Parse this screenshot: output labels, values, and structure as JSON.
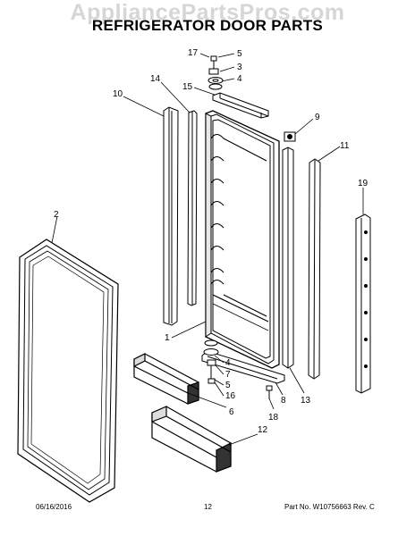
{
  "watermark": "AppliancePartsPros.com",
  "title": "REFRIGERATOR DOOR PARTS",
  "callouts": [
    {
      "id": "c17",
      "text": "17"
    },
    {
      "id": "c5a",
      "text": "5"
    },
    {
      "id": "c3",
      "text": "3"
    },
    {
      "id": "c4a",
      "text": "4"
    },
    {
      "id": "c15",
      "text": "15"
    },
    {
      "id": "c14",
      "text": "14"
    },
    {
      "id": "c10",
      "text": "10"
    },
    {
      "id": "c9",
      "text": "9"
    },
    {
      "id": "c11",
      "text": "11"
    },
    {
      "id": "c2",
      "text": "2"
    },
    {
      "id": "c19",
      "text": "19"
    },
    {
      "id": "c1",
      "text": "1"
    },
    {
      "id": "c4b",
      "text": "4"
    },
    {
      "id": "c7",
      "text": "7"
    },
    {
      "id": "c5b",
      "text": "5"
    },
    {
      "id": "c16",
      "text": "16"
    },
    {
      "id": "c8",
      "text": "8"
    },
    {
      "id": "c13",
      "text": "13"
    },
    {
      "id": "c6",
      "text": "6"
    },
    {
      "id": "c18",
      "text": "18"
    },
    {
      "id": "c12",
      "text": "12"
    }
  ],
  "footer": {
    "date": "06/16/2016",
    "page": "12",
    "part_number": "Part No.  W10756663  Rev.  C"
  }
}
